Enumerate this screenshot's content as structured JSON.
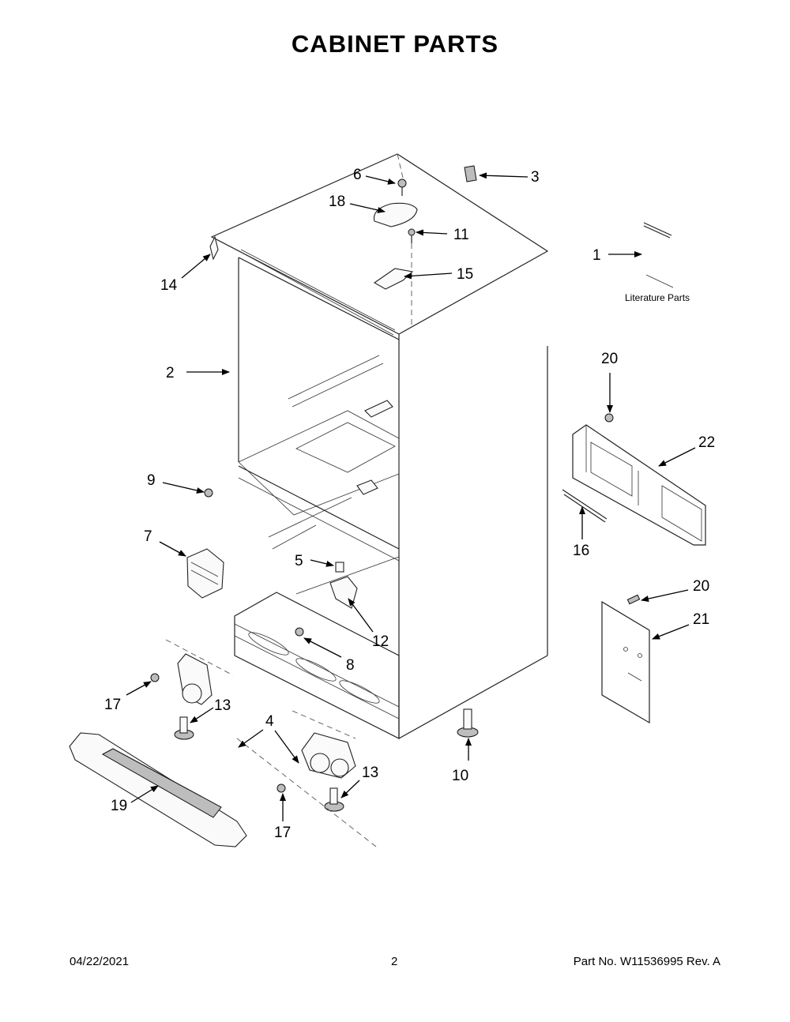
{
  "title": "CABINET PARTS",
  "footer": {
    "date": "04/22/2021",
    "page": "2",
    "part": "Part No.  W11536995  Rev.  A"
  },
  "literature_label": "Literature Parts",
  "callouts": {
    "c1": "1",
    "c2": "2",
    "c3": "3",
    "c4": "4",
    "c5": "5",
    "c6": "6",
    "c7": "7",
    "c8": "8",
    "c9": "9",
    "c10": "10",
    "c11": "11",
    "c12": "12",
    "c13a": "13",
    "c13b": "13",
    "c14": "14",
    "c15": "15",
    "c16": "16",
    "c17a": "17",
    "c17b": "17",
    "c18": "18",
    "c19": "19",
    "c20a": "20",
    "c20b": "20",
    "c21": "21",
    "c22": "22"
  }
}
